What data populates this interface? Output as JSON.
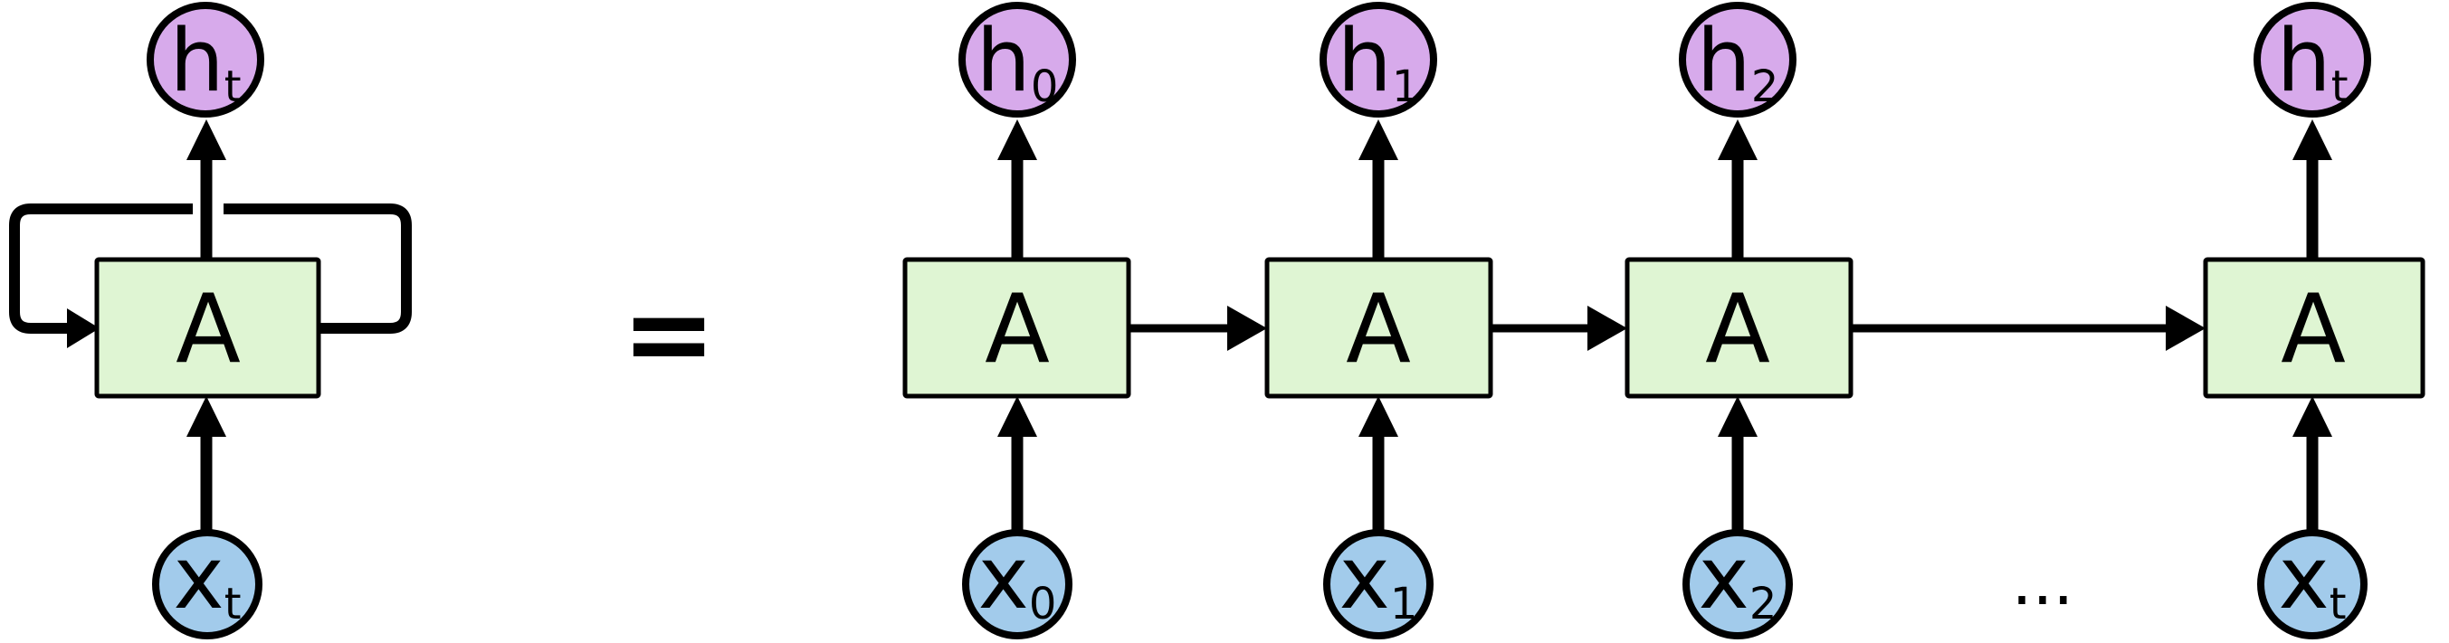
{
  "diagram": {
    "kind": "recurrent-neural-network-unrolled",
    "equals": "=",
    "ellipsis": "...",
    "colors": {
      "hidden_node_fill": "#D7AAEB",
      "input_node_fill": "#A2CBEB",
      "cell_fill": "#DFF5D3",
      "line": "#000000"
    },
    "rolled": {
      "hidden": {
        "main": "h",
        "sub": "t"
      },
      "cell": "A",
      "input": {
        "main": "x",
        "sub": "t"
      }
    },
    "unrolled": [
      {
        "hidden": {
          "main": "h",
          "sub": "0"
        },
        "cell": "A",
        "input": {
          "main": "x",
          "sub": "0"
        }
      },
      {
        "hidden": {
          "main": "h",
          "sub": "1"
        },
        "cell": "A",
        "input": {
          "main": "x",
          "sub": "1"
        }
      },
      {
        "hidden": {
          "main": "h",
          "sub": "2"
        },
        "cell": "A",
        "input": {
          "main": "x",
          "sub": "2"
        }
      },
      {
        "hidden": {
          "main": "h",
          "sub": "t"
        },
        "cell": "A",
        "input": {
          "main": "x",
          "sub": "t"
        }
      }
    ]
  }
}
